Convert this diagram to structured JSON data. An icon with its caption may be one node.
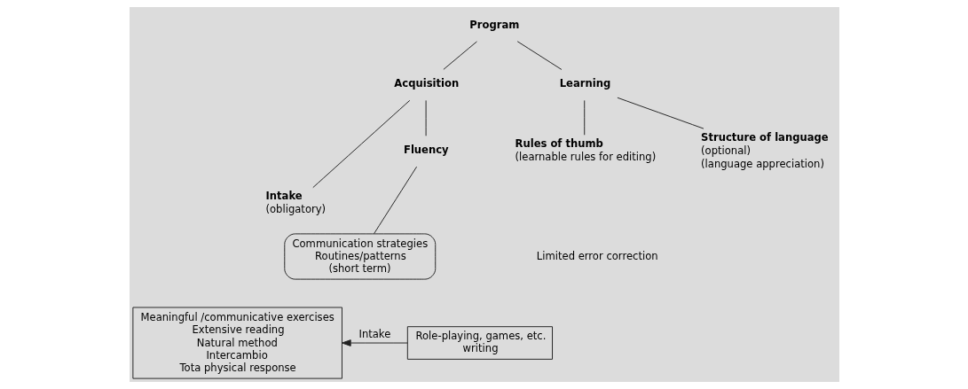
{
  "diagram": {
    "nodes": [
      {
        "text": [
          "Program"
        ]
      },
      {
        "text": [
          "Acquisition"
        ]
      },
      {
        "text": [
          "Learning"
        ]
      },
      {
        "text": [
          "Intake",
          "(obligatory)"
        ]
      },
      {
        "text": [
          "Fluency"
        ]
      },
      {
        "text": [
          "Rules of thumb",
          "(learnable rules for editing)"
        ]
      },
      {
        "text": [
          "Structure of language",
          "(optional)",
          "(language appreciation)"
        ]
      },
      {
        "text": [
          "Meaningful /communicative exercises",
          "Extensive reading",
          "Natural method",
          "Intercambio",
          "Tota physical response"
        ]
      },
      {
        "text": [
          "Communication strategies",
          "Routines/patterns",
          "(short term)"
        ]
      },
      {
        "text": [
          "Role-playing, games, etc.",
          "writing"
        ]
      }
    ],
    "edges": [
      {
        "from": 0,
        "to": 1,
        "arrow": "none"
      },
      {
        "from": 0,
        "to": 2,
        "arrow": "none"
      },
      {
        "from": 1,
        "to": 3,
        "arrow": "none"
      },
      {
        "from": 1,
        "to": 4,
        "arrow": "none"
      },
      {
        "from": 2,
        "to": 5,
        "arrow": "none"
      },
      {
        "from": 2,
        "to": 6,
        "arrow": "none"
      },
      {
        "from": 4,
        "to": 8,
        "arrow": "none"
      },
      {
        "from": 9,
        "to": 7,
        "arrow": "to",
        "label": "Intake"
      }
    ],
    "labels": [
      "Limited error correction"
    ]
  }
}
